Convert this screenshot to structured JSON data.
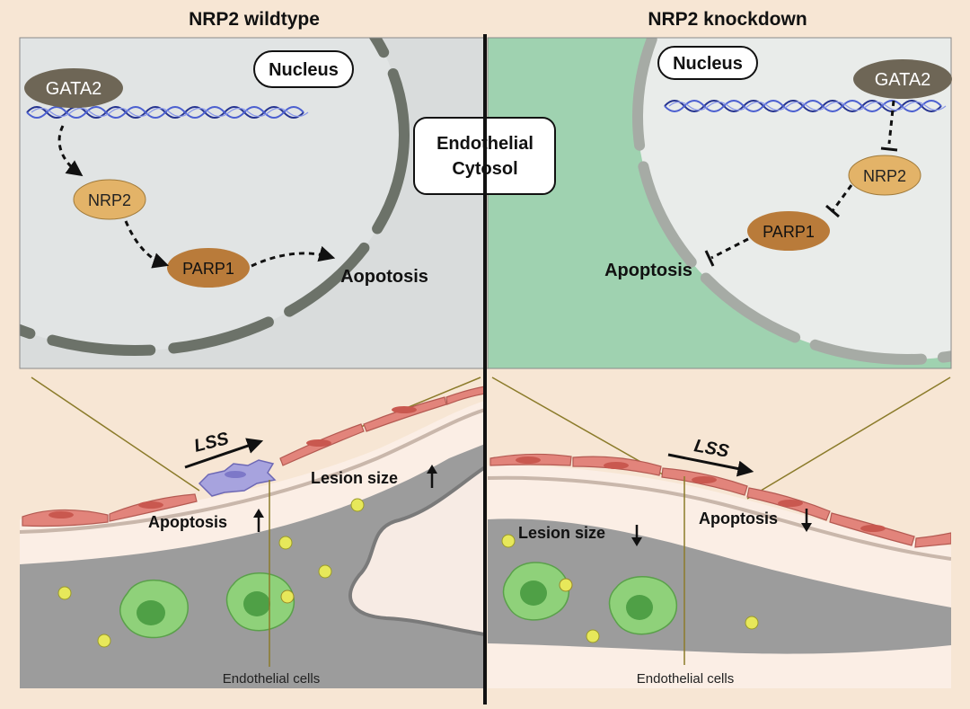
{
  "panels": {
    "left": {
      "title": "NRP2 wildtype",
      "nucleus_label": "Nucleus",
      "gata2": "GATA2",
      "nrp2": "NRP2",
      "parp1": "PARP1",
      "outcome": "Aopotosis",
      "lss": "LSS",
      "apoptosis": "Apoptosis",
      "lesion": "Lesion size",
      "cells_label": "Endothelial cells"
    },
    "right": {
      "title": "NRP2 knockdown",
      "nucleus_label": "Nucleus",
      "gata2": "GATA2",
      "nrp2": "NRP2",
      "parp1": "PARP1",
      "outcome": "Apoptosis",
      "lss": "LSS",
      "apoptosis": "Apoptosis",
      "lesion": "Lesion size",
      "cells_label": "Endothelial cells"
    }
  },
  "center": {
    "cytosol_line1": "Endothelial",
    "cytosol_line2": "Cytosol"
  },
  "colors": {
    "background": "#f7e6d4",
    "left_cytosol": "#d9dcdc",
    "right_cytosol": "#9fd2b0",
    "nucleus_fill": "#eceeee",
    "envelope": "#6c7269",
    "gata2": "#6e6656",
    "nrp2": "#e3b368",
    "parp1": "#b97b3a",
    "dna": "#25338f",
    "lesion": "#9c9c9c",
    "endothelial": "#e2847b",
    "macrophage": "#8fd17a",
    "lipid": "#e7e85a",
    "stressed_cell": "#a7a3de"
  }
}
